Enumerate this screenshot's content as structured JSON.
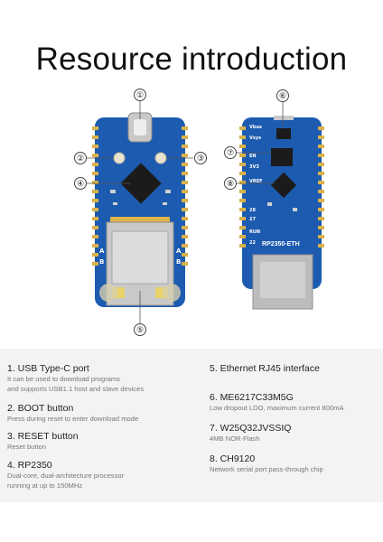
{
  "title": "Resource introduction",
  "callouts": [
    "①",
    "②",
    "③",
    "④",
    "⑤",
    "⑥",
    "⑦",
    "⑧"
  ],
  "board": {
    "name": "RP2350-ETH",
    "left_labels": [
      "A",
      "B"
    ],
    "right_labels": [
      "A",
      "B"
    ],
    "back_pins": [
      "Vbus",
      "Vsys",
      "EN",
      "3V3",
      "VREF",
      "28",
      "27",
      "RUN",
      "22"
    ]
  },
  "items": [
    {
      "title": "1. USB Type-C port",
      "desc": [
        "It can be used to download programs",
        "and supports USB1.1 host and slave devices"
      ]
    },
    {
      "title": "2. BOOT button",
      "desc": [
        "Press during reset to enter download mode"
      ]
    },
    {
      "title": "3. RESET button",
      "desc": [
        "Reset button"
      ]
    },
    {
      "title": "4. RP2350",
      "desc": [
        "Dual-core, dual-architecture processor",
        "running at up to 150MHz"
      ]
    },
    {
      "title": "5. Ethernet RJ45 interface",
      "desc": []
    },
    {
      "title": "6. ME6217C33M5G",
      "desc": [
        "Low dropout LDO, maximum current 800mA"
      ]
    },
    {
      "title": "7. W25Q32JVSSIQ",
      "desc": [
        "4MB NOR-Flash"
      ]
    },
    {
      "title": "8. CH9120",
      "desc": [
        "Network serial port pass-through chip"
      ]
    }
  ],
  "colors": {
    "pcb": "#1c5bb0",
    "gold": "#d9b24a",
    "chip": "#1b1b1b"
  }
}
